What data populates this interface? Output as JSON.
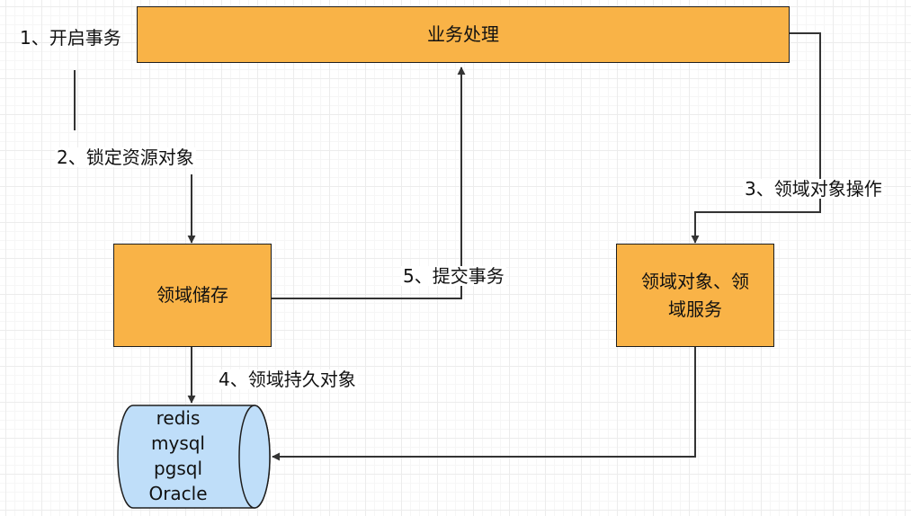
{
  "boxes": {
    "business": "业务处理",
    "domain_storage": "领域储存",
    "domain_object_line1": "领域对象、领",
    "domain_object_line2": "域服务"
  },
  "steps": {
    "step1": "1、开启事务",
    "step2": "2、锁定资源对象",
    "step3": "3、领域对象操作",
    "step4": "4、领域持久对象",
    "step5": "5、提交事务"
  },
  "database": {
    "items": [
      "redis",
      "mysql",
      "pgsql",
      "Oracle"
    ]
  },
  "colors": {
    "box_fill": "#F9B347",
    "cylinder_fill": "#BFDEF9",
    "line": "#333333"
  }
}
